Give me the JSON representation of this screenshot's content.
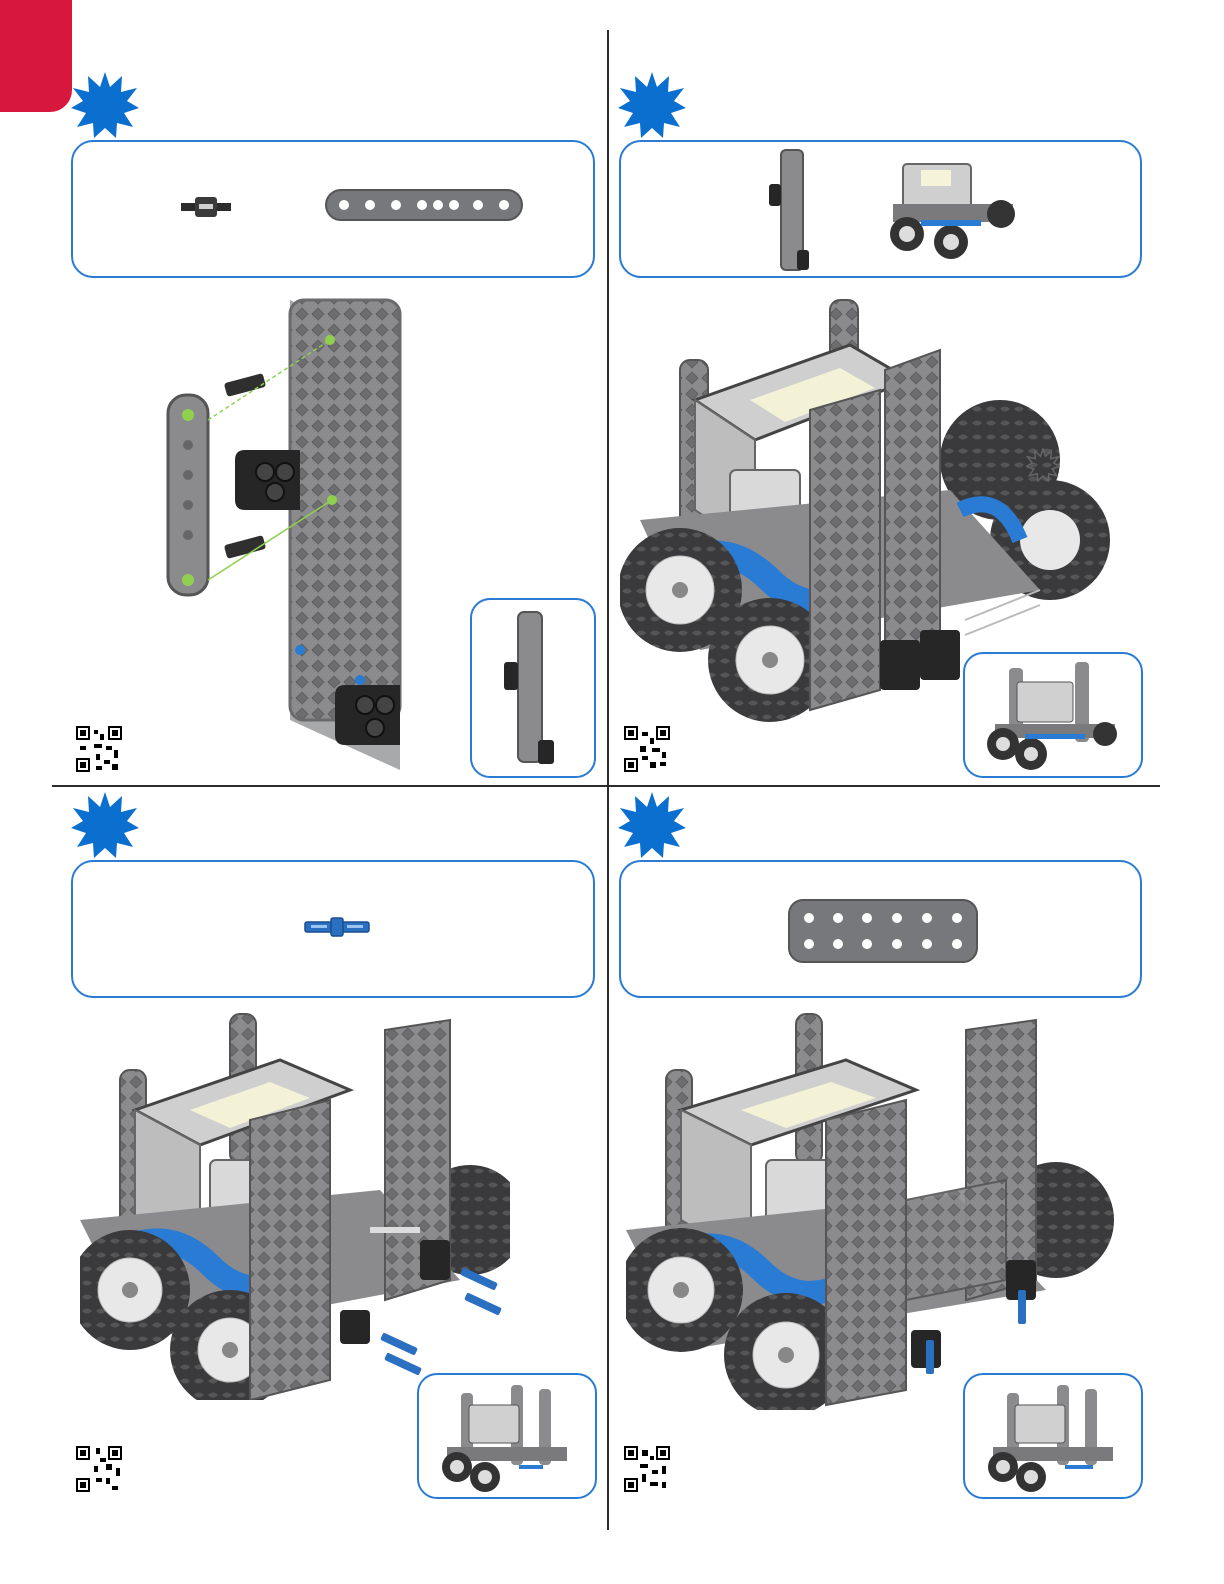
{
  "page": {
    "accent_color": "#d7173b",
    "step_burst_color": "#0a6fcf",
    "box_border_color": "#2a7bd3"
  },
  "steps": [
    {
      "id": "step-a",
      "parts": [
        "connector-pin-icon",
        "beam-1x8-icon"
      ],
      "preview_label": "step-a-preview"
    },
    {
      "id": "step-b",
      "parts": [
        "plate-assembly-icon",
        "robot-base-icon"
      ],
      "preview_label": "step-b-preview"
    },
    {
      "id": "step-c",
      "parts": [
        "blue-pin-icon"
      ],
      "preview_label": "step-c-preview"
    },
    {
      "id": "step-d",
      "parts": [
        "plate-2x6-icon"
      ],
      "preview_label": "step-d-preview"
    }
  ]
}
